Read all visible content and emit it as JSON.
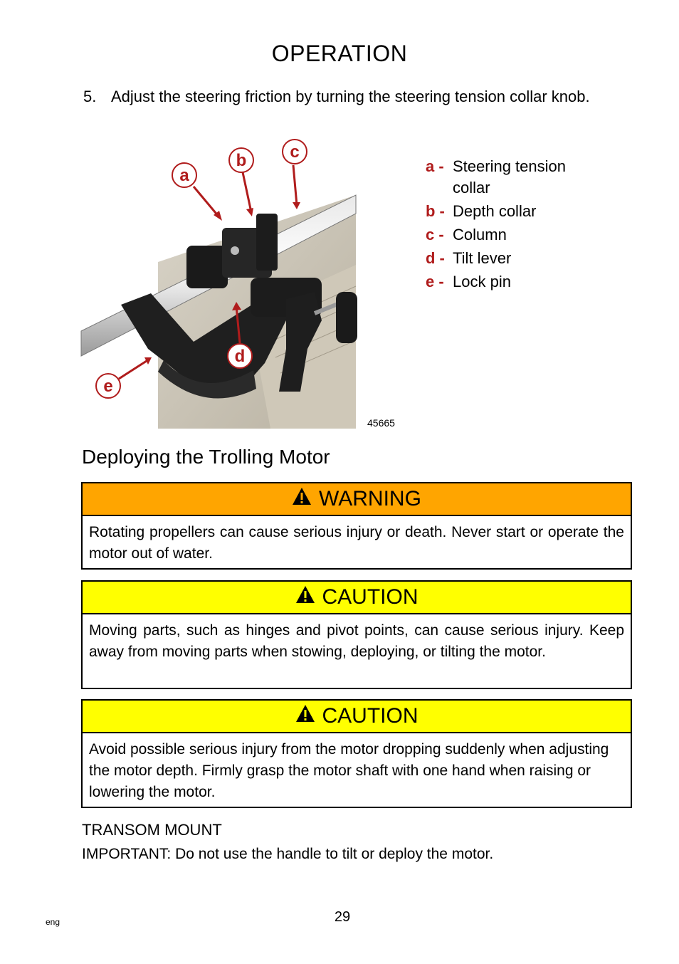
{
  "header": {
    "title": "OPERATION"
  },
  "step": {
    "number": "5.",
    "text": "Adjust the steering friction by turning the steering tension collar knob."
  },
  "figure": {
    "number": "45665",
    "callouts": [
      "a",
      "b",
      "c",
      "d",
      "e"
    ]
  },
  "legend": [
    {
      "letter": "a -",
      "desc": "Steering tension collar"
    },
    {
      "letter": "b -",
      "desc": "Depth collar"
    },
    {
      "letter": "c -",
      "desc": "Column"
    },
    {
      "letter": "d -",
      "desc": "Tilt lever"
    },
    {
      "letter": "e -",
      "desc": "Lock pin"
    }
  ],
  "section": {
    "heading": "Deploying the Trolling Motor"
  },
  "notices": [
    {
      "label": "WARNING",
      "text": "Rotating propellers can cause serious injury or death. Never start or operate the motor out of water."
    },
    {
      "label": "CAUTION",
      "text": "Moving parts, such as hinges and pivot points, can cause serious injury. Keep away from moving parts when stowing, deploying, or tilting the motor."
    },
    {
      "label": "CAUTION",
      "text": "Avoid possible serious injury from the motor dropping suddenly when adjusting the motor depth. Firmly grasp the motor shaft with one hand when raising or lowering the motor."
    }
  ],
  "transom": {
    "heading": "TRANSOM MOUNT",
    "important": "IMPORTANT: Do not use the handle to tilt or deploy the motor."
  },
  "footer": {
    "page": "29",
    "lang": "eng"
  },
  "colors": {
    "callout": "#b01c1c",
    "warning": "#ffa500",
    "caution": "#ffff00"
  }
}
